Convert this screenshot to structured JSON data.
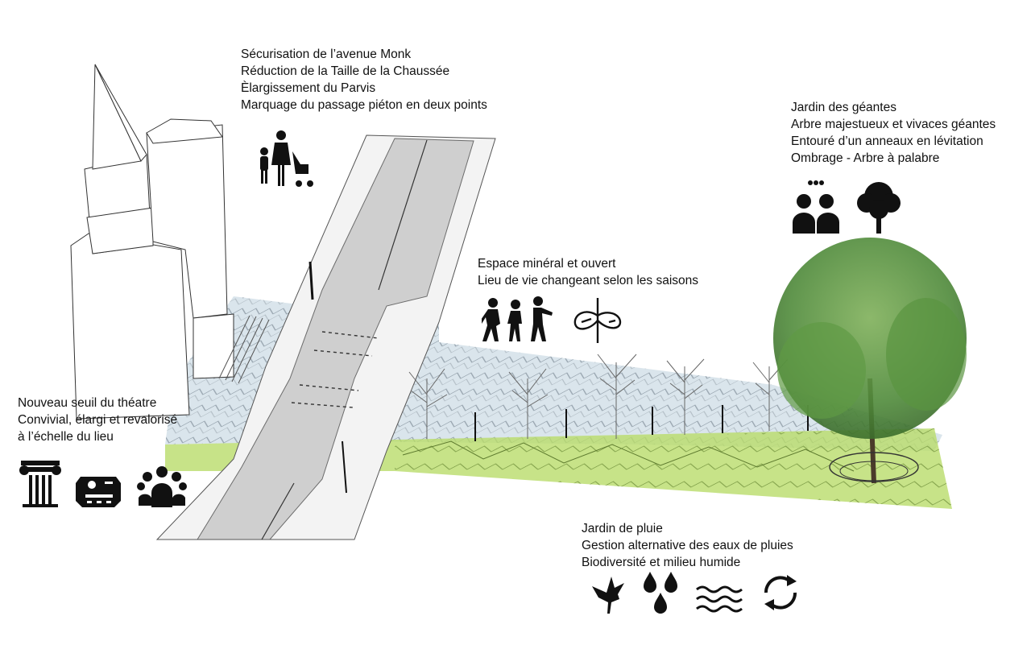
{
  "annotations": {
    "monk": {
      "lines": [
        "Sécurisation de l’avenue Monk",
        "Réduction de la Taille de la Chaussée",
        "Èlargissement du Parvis",
        "Marquage du passage piéton en deux points"
      ],
      "icons": [
        "family-stroller-icon"
      ]
    },
    "geantes": {
      "lines": [
        "Jardin des géantes",
        "Arbre majestueux et vivaces géantes",
        "Entouré d’un anneaux en lévitation",
        "Ombrage - Arbre à palabre"
      ],
      "icons": [
        "people-talking-icon",
        "tree-icon"
      ]
    },
    "espace": {
      "lines": [
        "Espace minéral et ouvert",
        "Lieu de vie changeant selon les saisons"
      ],
      "icons": [
        "dancing-people-icon",
        "seasonal-plant-icon"
      ]
    },
    "seuil": {
      "lines": [
        "Nouveau seuil du théatre",
        "Convivial, élargi et revalorisé",
        "à l’échelle du lieu"
      ],
      "icons": [
        "ionic-column-icon",
        "mask-sculpture-icon",
        "crowd-icon"
      ]
    },
    "pluie": {
      "lines": [
        "Jardin de pluie",
        "Gestion alternative des eaux de pluies",
        "Biodiversité et milieu humide"
      ],
      "icons": [
        "bird-icon",
        "water-drops-icon",
        "waves-icon",
        "cycle-arrows-icon"
      ]
    }
  },
  "colors": {
    "garden_green": "#b9dc6a",
    "plaza_blue": "#d6e2ea",
    "road_grey": "#c9c9c9",
    "tree_green": "#4f8a3a",
    "icon": "#111111"
  }
}
